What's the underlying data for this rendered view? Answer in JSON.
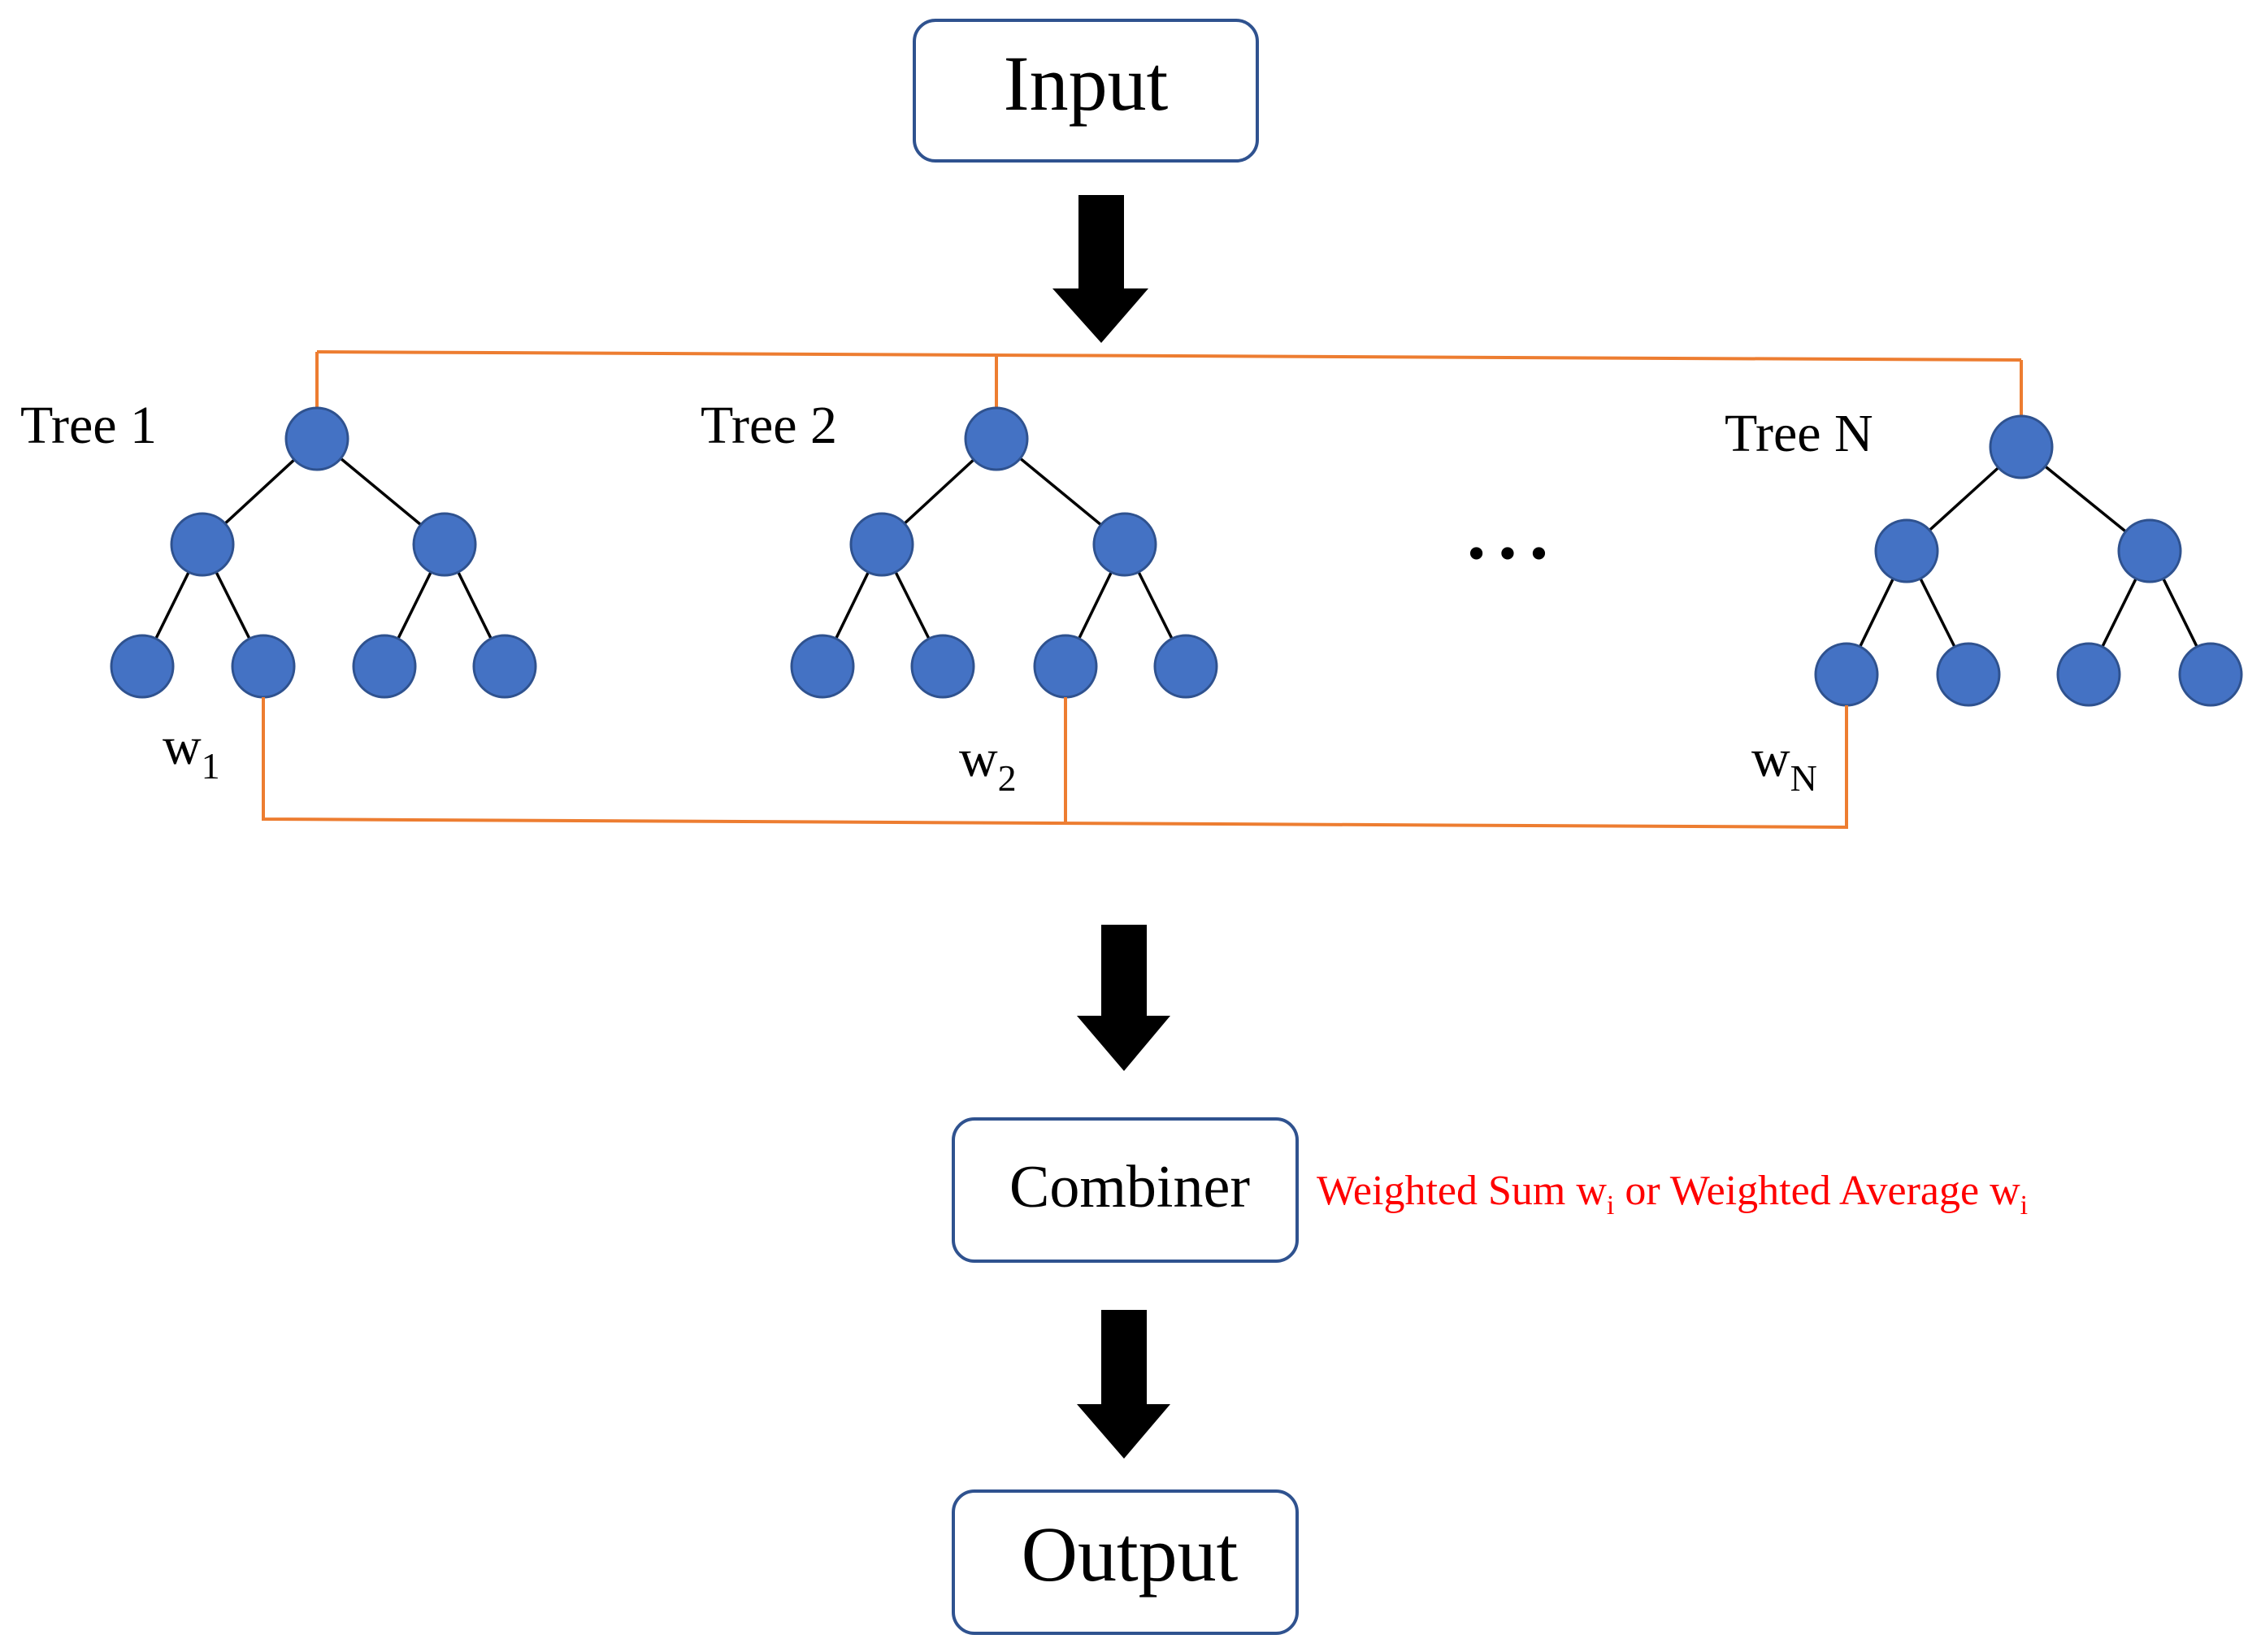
{
  "input_label": "Input",
  "combiner_label": "Combiner",
  "output_label": "Output",
  "ellipsis": "• • •",
  "combiner_note": {
    "part1": "Weighted Sum w",
    "sub1": "i",
    "part2": " or Weighted Average w",
    "sub2": "i"
  },
  "trees": [
    {
      "label": "Tree 1",
      "weight_base": "w",
      "weight_sub": "1"
    },
    {
      "label": "Tree 2",
      "weight_base": "w",
      "weight_sub": "2"
    },
    {
      "label": "Tree N",
      "weight_base": "w",
      "weight_sub": "N"
    }
  ],
  "colors": {
    "node_fill": "#4472C4",
    "node_stroke": "#2F528F",
    "connector": "#ED7D31",
    "box_stroke": "#2F528F",
    "note_text": "#FF0000",
    "arrow": "#000000"
  }
}
